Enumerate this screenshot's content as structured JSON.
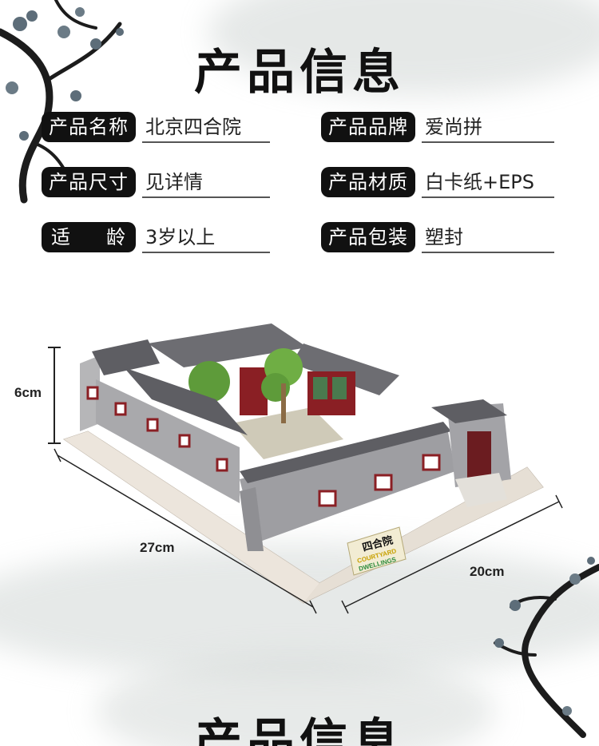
{
  "title": "产品信息",
  "specs": [
    {
      "label": "产品名称",
      "value": "北京四合院"
    },
    {
      "label": "产品品牌",
      "value": "爱尚拼"
    },
    {
      "label": "产品尺寸",
      "value": "见详情"
    },
    {
      "label": "产品材质",
      "value": "白卡纸+EPS"
    },
    {
      "label": "适　龄",
      "value": "3岁以上"
    },
    {
      "label": "产品包装",
      "value": "塑封"
    }
  ],
  "dimensions": {
    "height": "6cm",
    "length": "27cm",
    "width": "20cm"
  },
  "sign": {
    "cn": "四合院",
    "en1": "COURTYARD",
    "en2": "DWELLINGS"
  },
  "title_bottom": "产品信息"
}
